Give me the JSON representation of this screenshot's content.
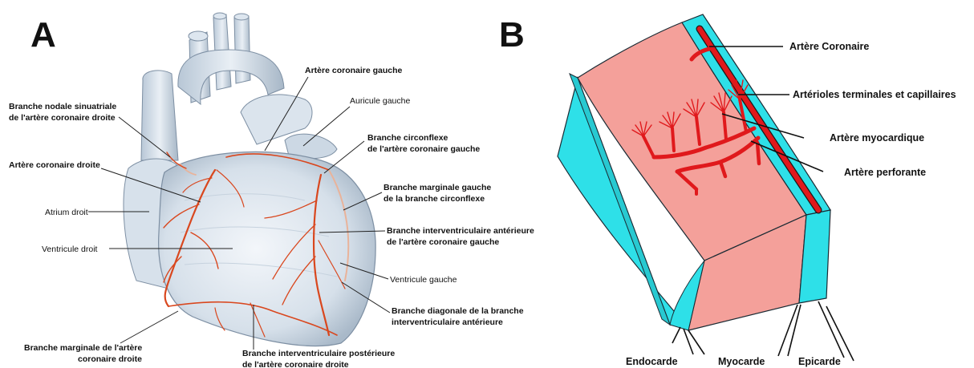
{
  "panel_a": {
    "letter": "A",
    "labels": {
      "arteres_coronaire_gauche": "Artère coronaire gauche",
      "auricule_gauche": "Auricule gauche",
      "nodale_1": "Branche nodale sinuatriale",
      "nodale_2": "de l'artère coronaire droite",
      "circonflexe_1": "Branche circonflexe",
      "circonflexe_2": "de l'artère coronaire gauche",
      "coronaire_droite": "Artère coronaire droite",
      "marginale_gauche_1": "Branche marginale gauche",
      "marginale_gauche_2": "de la branche circonflexe",
      "atrium_droit": "Atrium droit",
      "interventriculaire_ant_1": "Branche interventriculaire antérieure",
      "interventriculaire_ant_2": "de l'artère coronaire gauche",
      "ventricule_droit": "Ventricule droit",
      "ventricule_gauche": "Ventricule gauche",
      "diagonale_1": "Branche diagonale de la branche",
      "diagonale_2": "interventriculaire antérieure",
      "marginale_droite_1": "Branche marginale de l'artère",
      "marginale_droite_2": "coronaire droite",
      "interventriculaire_post_1": "Branche interventriculaire postérieure",
      "interventriculaire_post_2": "de l'artère coronaire droite"
    }
  },
  "panel_b": {
    "letter": "B",
    "labels": {
      "artere_coronaire": "Artère Coronaire",
      "arterioles": "Artérioles terminales et capillaires",
      "artere_myocardique": "Artère myocardique",
      "artere_perforante": "Artère perforante",
      "endocarde": "Endocarde",
      "myocarde": "Myocarde",
      "epicarde": "Epicarde"
    },
    "colors": {
      "endocarde": "#2ee0e8",
      "myocarde": "#f4a09a",
      "epicarde": "#2ee0e8",
      "arteres": "#e0191c"
    }
  }
}
